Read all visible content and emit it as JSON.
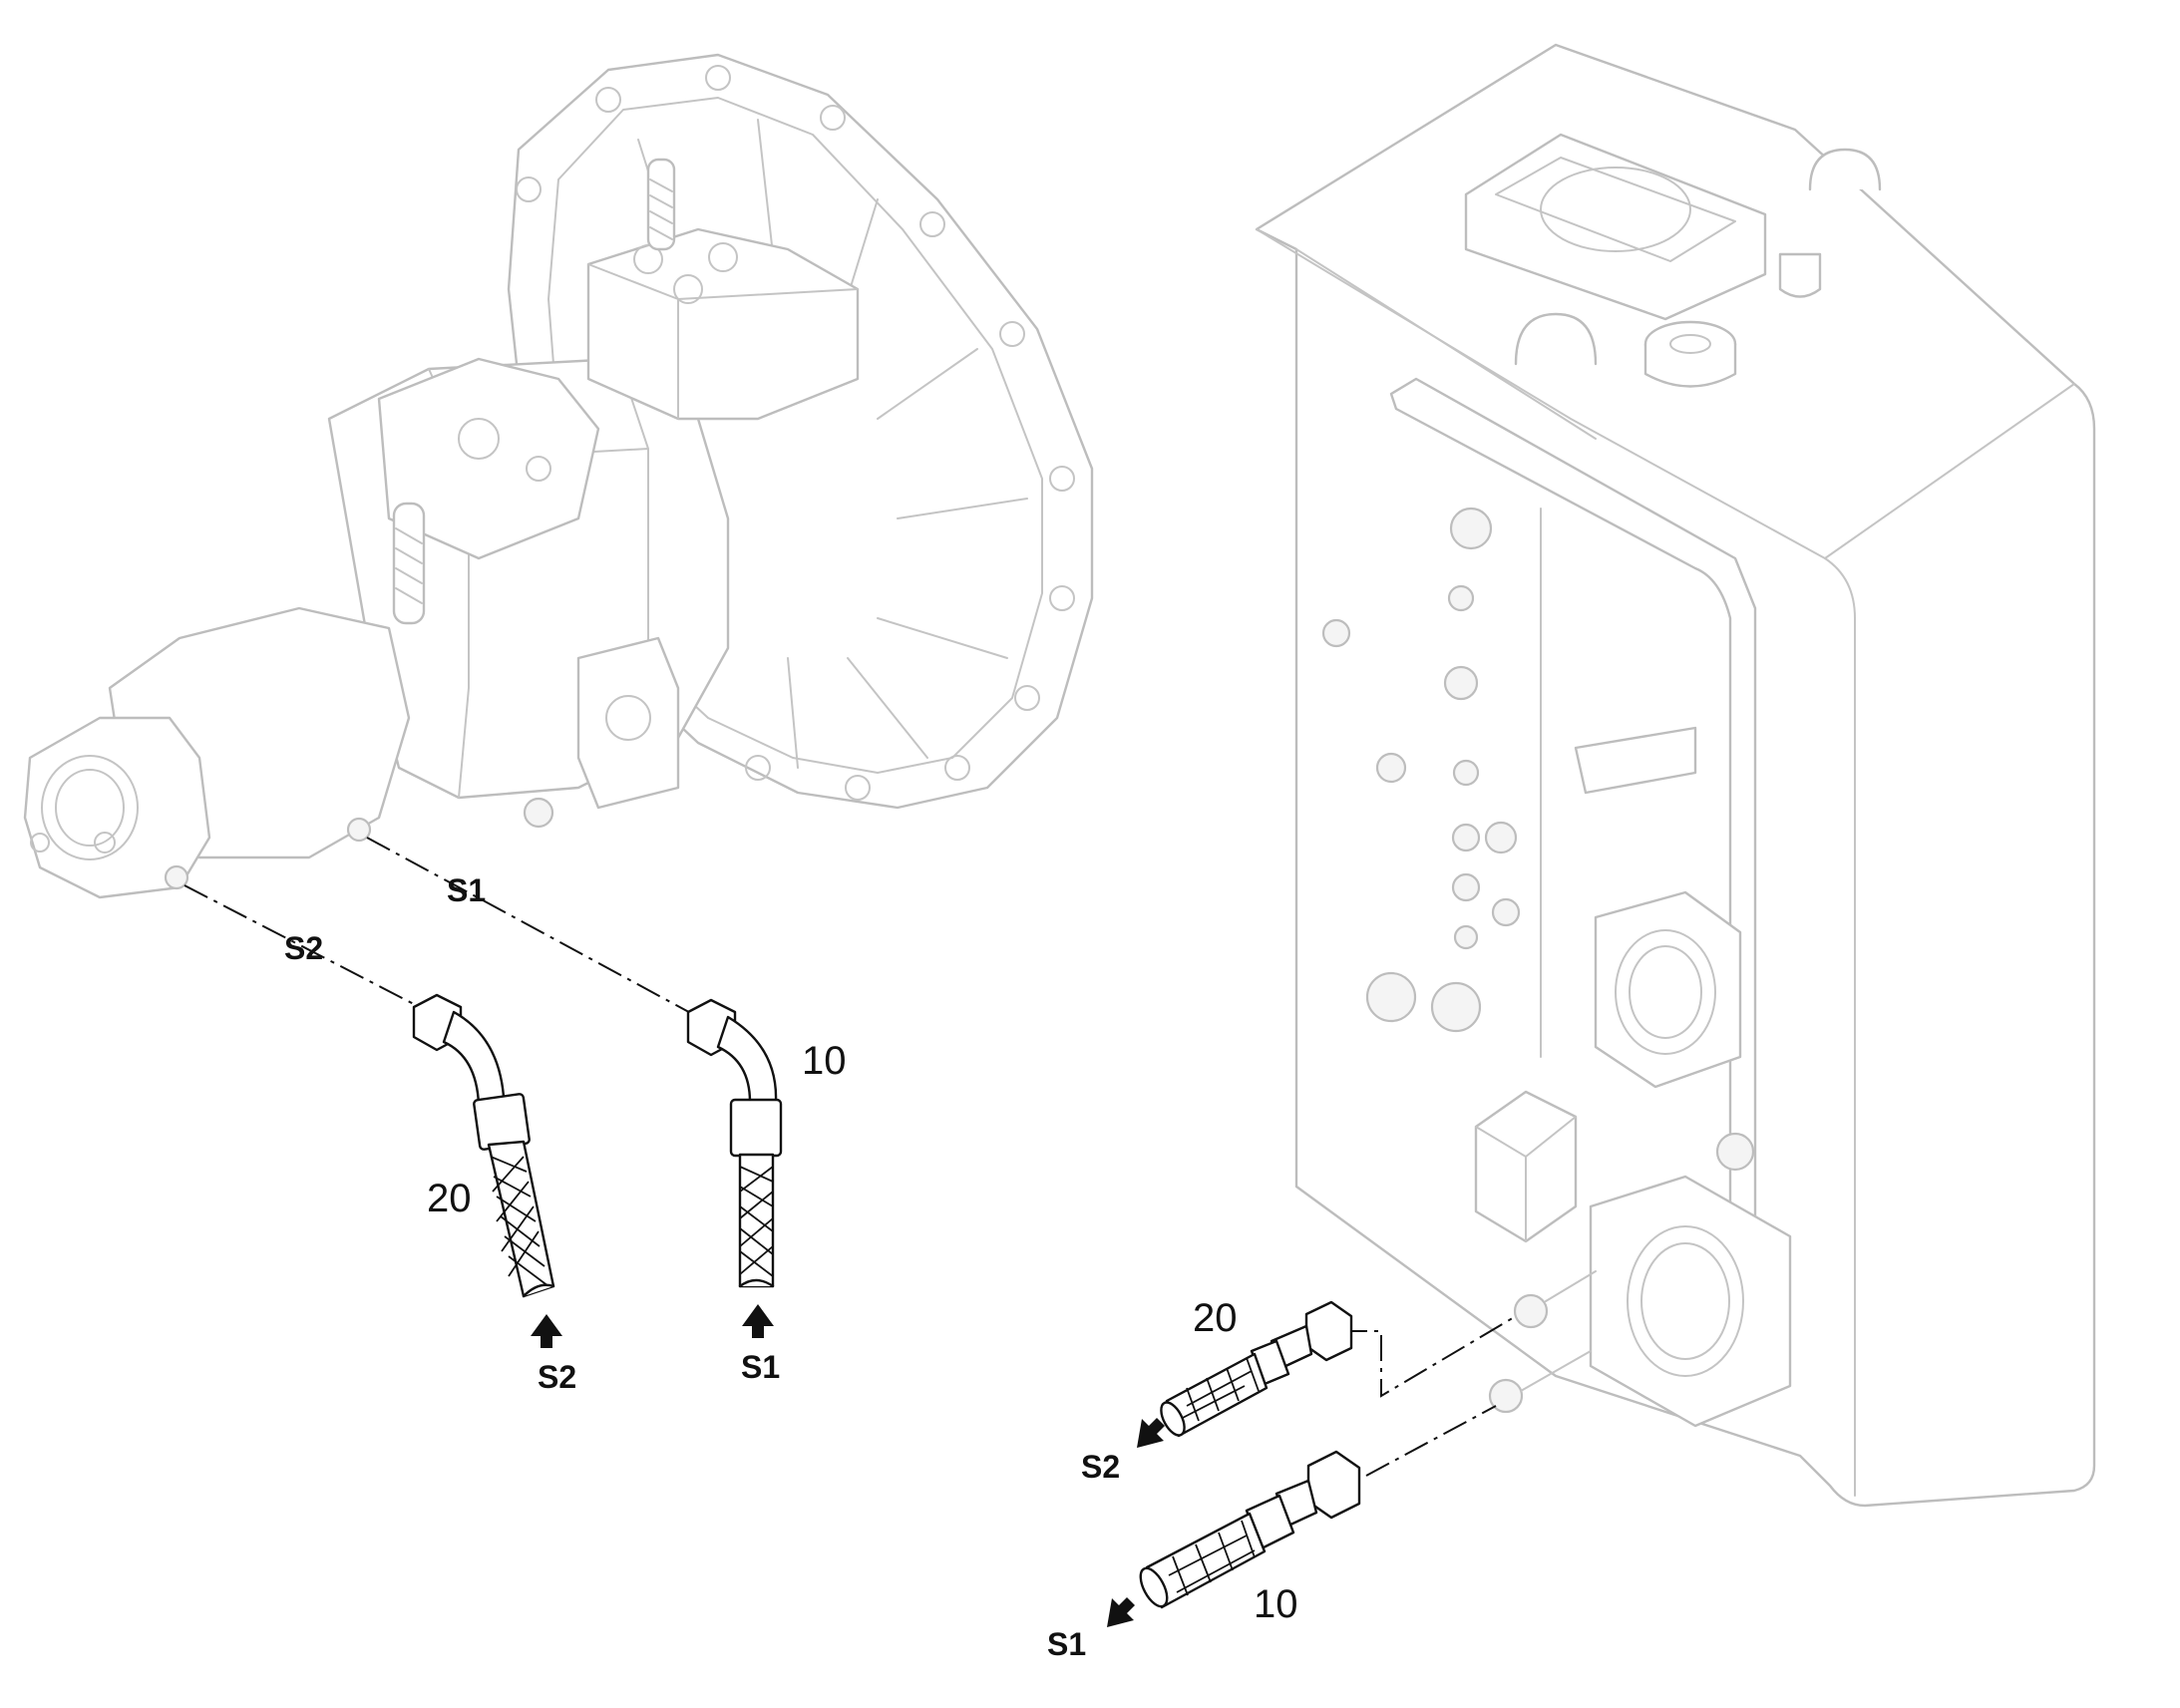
{
  "labels": {
    "hose_s1_left": "S1",
    "hose_s2_left": "S2",
    "part_10_left": "10",
    "part_20_left": "20",
    "arrow_s1_left": "S1",
    "arrow_s2_left": "S2",
    "part_20_right": "20",
    "part_10_right": "10",
    "arrow_s2_right": "S2",
    "arrow_s1_right": "S1"
  }
}
